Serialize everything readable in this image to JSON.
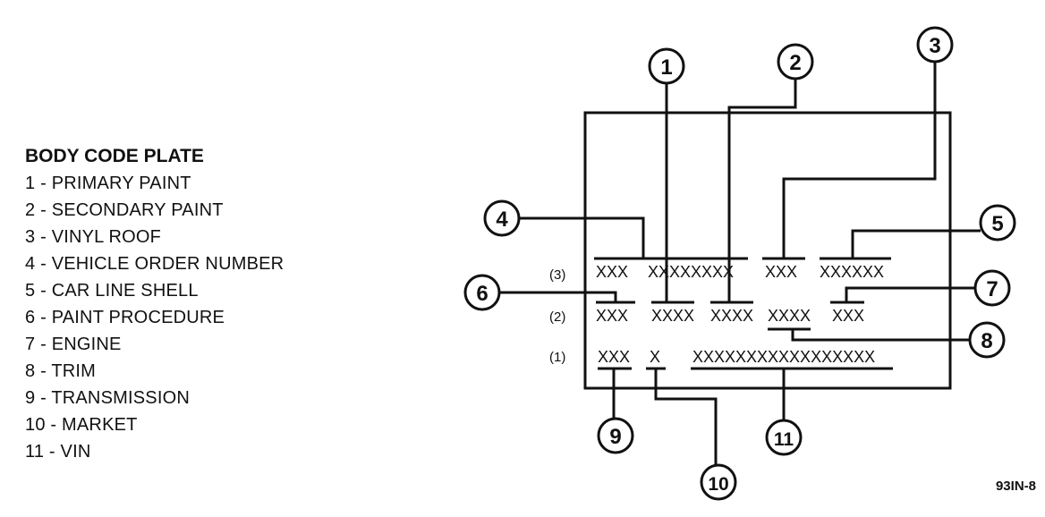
{
  "legend": {
    "title": "BODY CODE PLATE",
    "items": [
      "1 - PRIMARY PAINT",
      "2 - SECONDARY PAINT",
      "3 - VINYL ROOF",
      "4 - VEHICLE ORDER NUMBER",
      "5 - CAR LINE SHELL",
      "6 - PAINT PROCEDURE",
      "7 - ENGINE",
      "8 - TRIM",
      "9 - TRANSMISSION",
      "10 - MARKET",
      "11 - VIN"
    ]
  },
  "plate": {
    "row_labels": [
      "(3)",
      "(2)",
      "(1)"
    ],
    "row3": [
      "XXX",
      "XXXXXXXX",
      "XXX",
      "XXXXXX"
    ],
    "row2": [
      "XXX",
      "XXXX",
      "XXXX",
      "XXXX",
      "XXX"
    ],
    "row1": [
      "XXX",
      "X",
      "XXXXXXXXXXXXXXXXX"
    ]
  },
  "callouts": [
    "1",
    "2",
    "3",
    "4",
    "5",
    "6",
    "7",
    "8",
    "9",
    "10",
    "11"
  ],
  "figure_id": "93IN-8"
}
